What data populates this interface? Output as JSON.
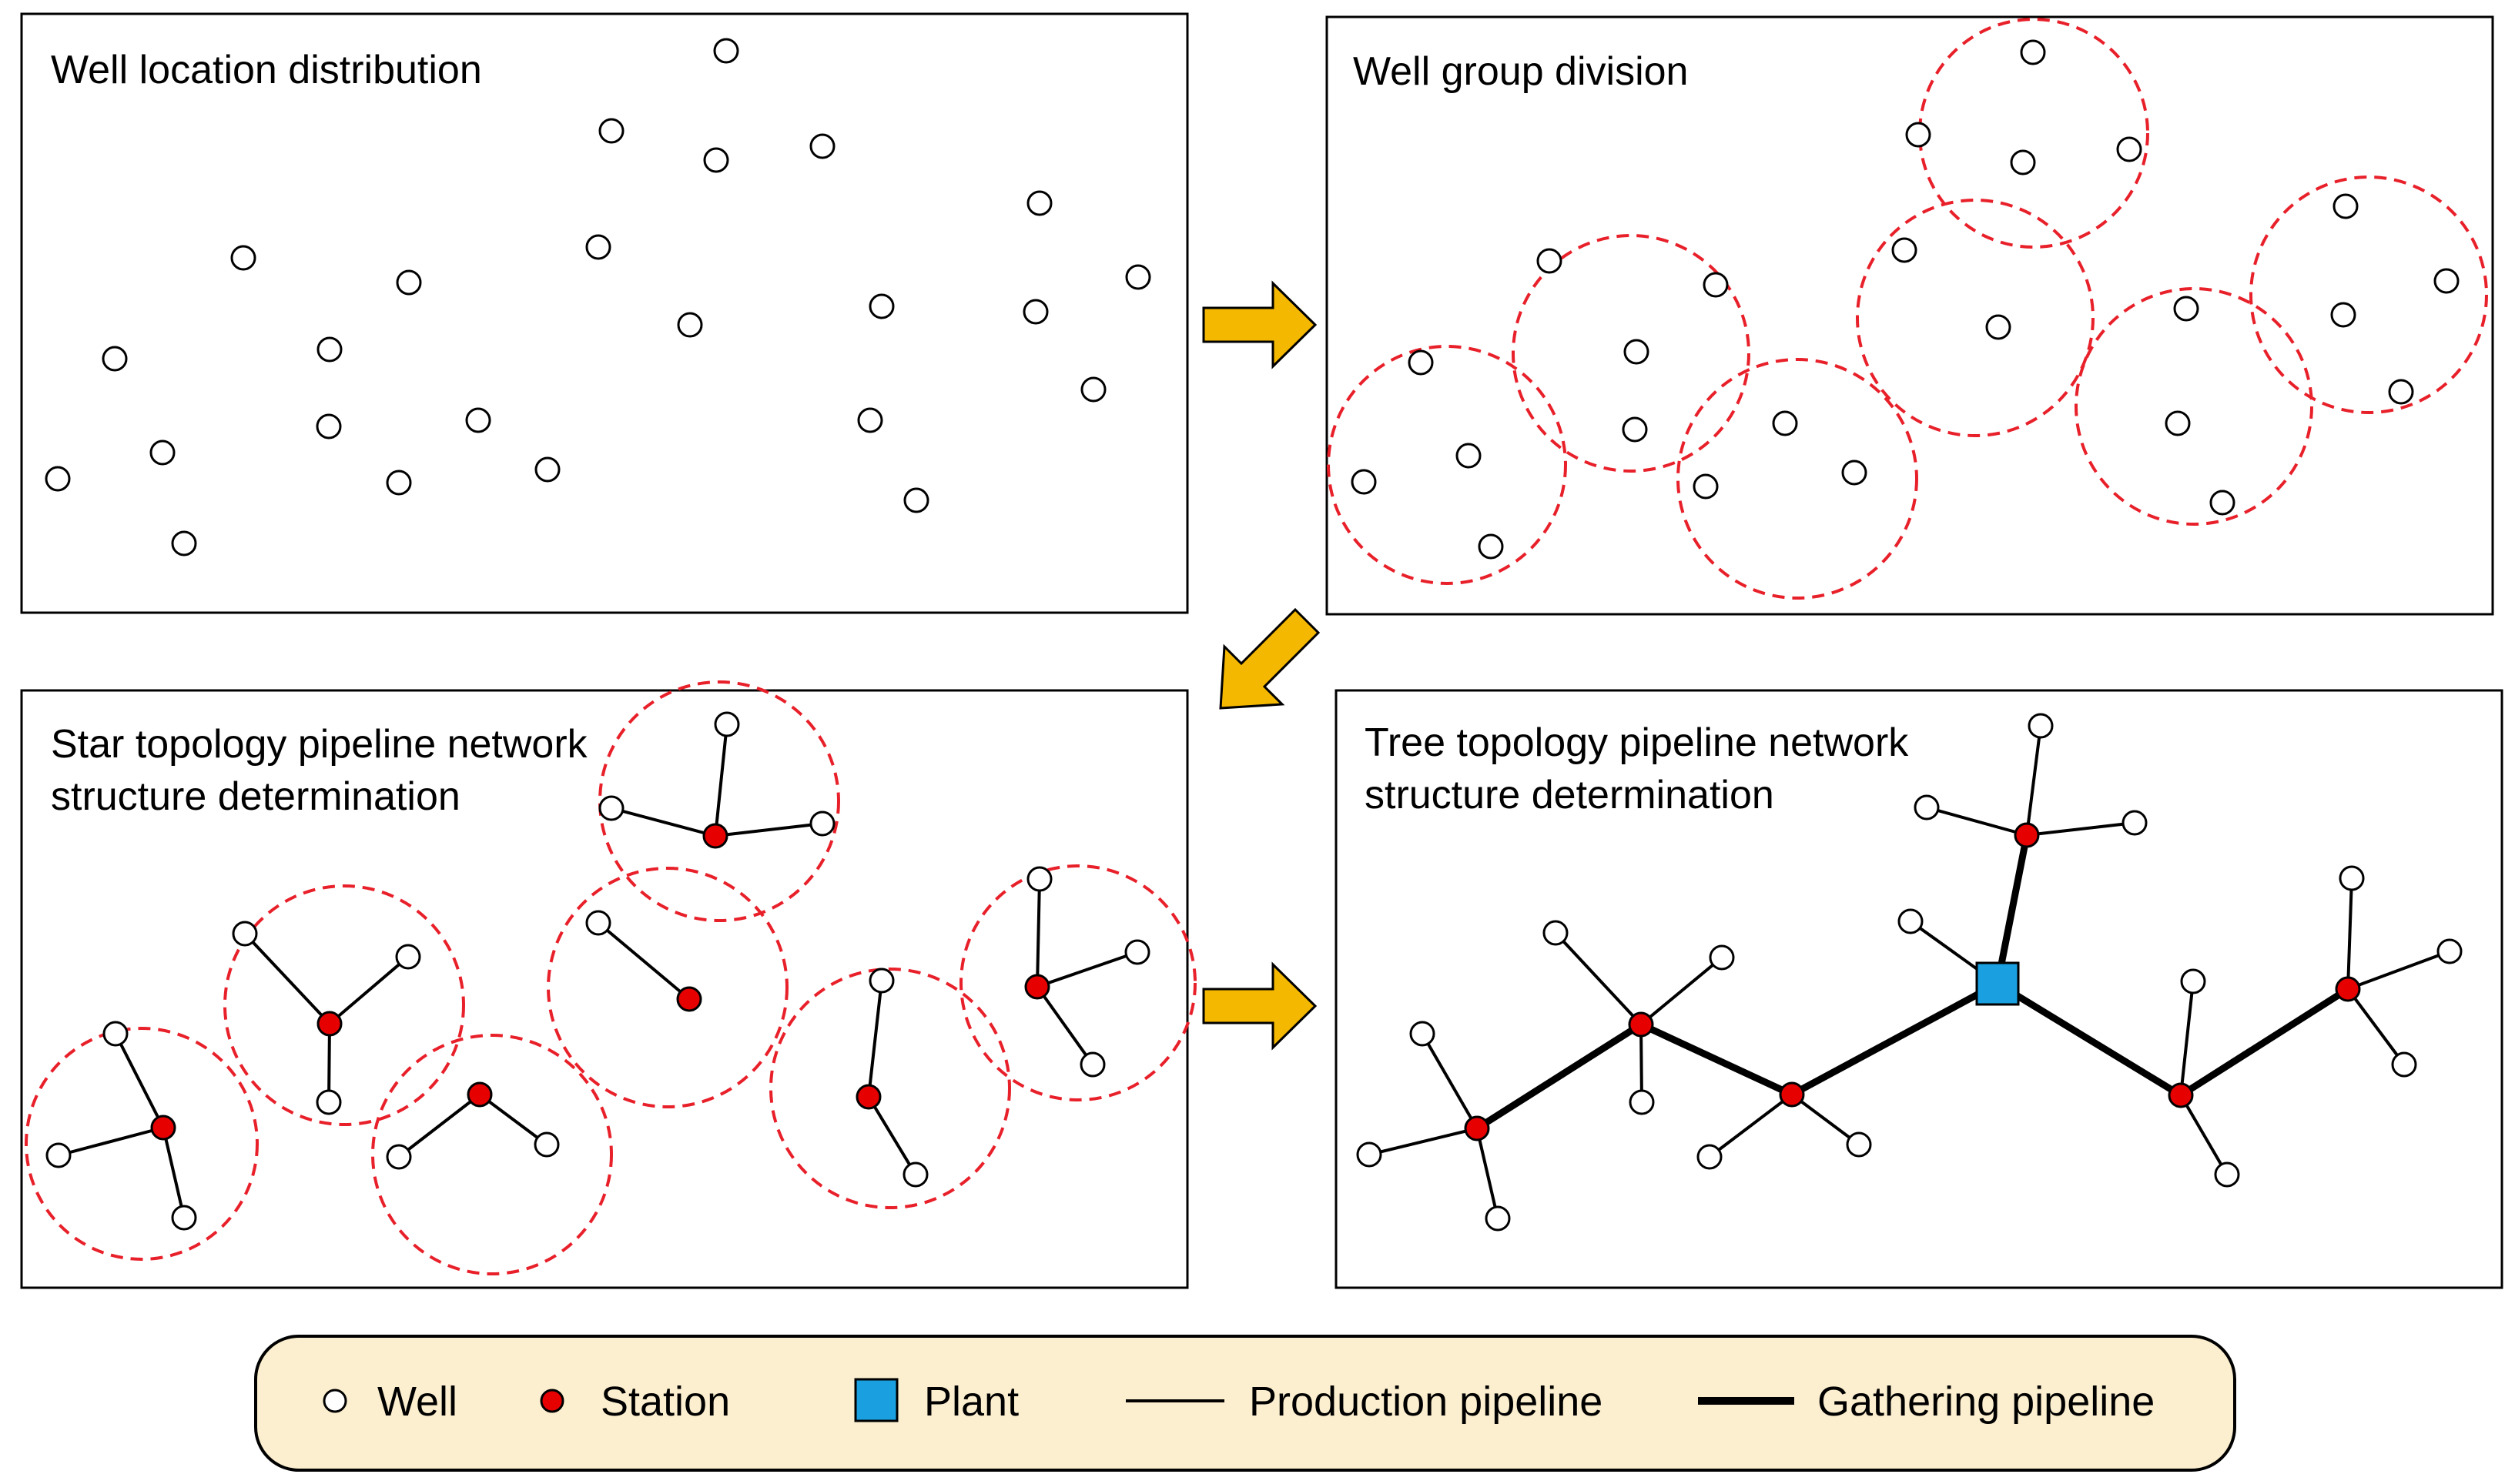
{
  "panels": {
    "well_location": {
      "title": "Well location distribution"
    },
    "group_division": {
      "title": "Well group division"
    },
    "star_topology": {
      "title_line1": "Star topology pipeline network",
      "title_line2": "structure determination"
    },
    "tree_topology": {
      "title_line1": "Tree topology pipeline network",
      "title_line2": "structure determination"
    }
  },
  "legend": {
    "well": "Well",
    "station": "Station",
    "plant": "Plant",
    "production_pipeline": "Production pipeline",
    "gathering_pipeline": "Gathering pipeline"
  },
  "colors": {
    "station": "#e60000",
    "plant": "#1a9fe0",
    "group_circle": "#e8202a",
    "arrow": "#f5b800",
    "legend_background": "#fcefcf"
  }
}
